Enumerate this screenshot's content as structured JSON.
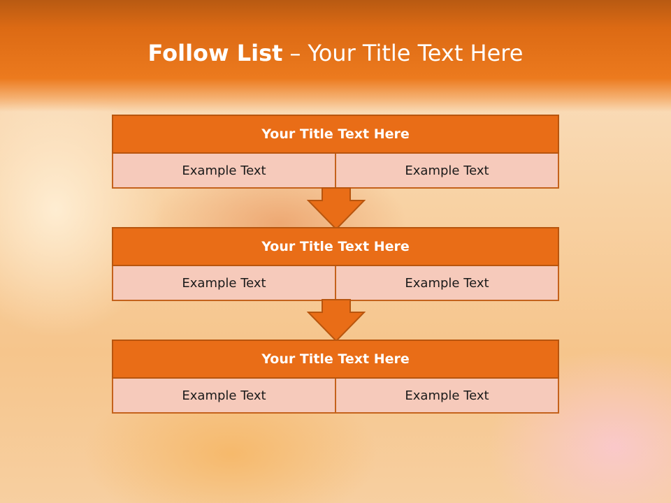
{
  "slide": {
    "title_bold": "Follow List",
    "title_separator": "–",
    "title_rest": "Your Title Text Here"
  },
  "blocks": [
    {
      "header": "Your Title Text Here",
      "cells": [
        "Example Text",
        "Example Text"
      ]
    },
    {
      "header": "Your Title Text Here",
      "cells": [
        "Example Text",
        "Example Text"
      ]
    },
    {
      "header": "Your Title Text Here",
      "cells": [
        "Example Text",
        "Example Text"
      ]
    }
  ],
  "colors": {
    "accent": "#e96d17",
    "cell_fill": "#f6cabb",
    "border": "#b8550e"
  },
  "icons": {
    "connector": "down-arrow-icon"
  }
}
